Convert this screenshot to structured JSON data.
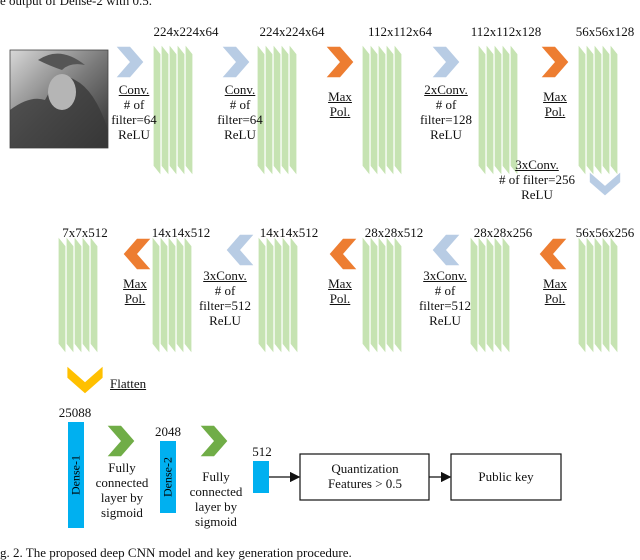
{
  "header_fragment": "e output of Dense-2 with 0.5.",
  "row1": {
    "dims": [
      "224x224x64",
      "224x224x64",
      "112x112x64",
      "112x112x128",
      "56x56x128"
    ],
    "ops": [
      {
        "line1": "Conv.",
        "line2": "# of",
        "line3": "filter=64",
        "line4": "ReLU"
      },
      {
        "line1": "Conv.",
        "line2": "# of",
        "line3": "filter=64",
        "line4": "ReLU"
      },
      {
        "line1": "Max",
        "line2": "Pol."
      },
      {
        "line1": "2xConv.",
        "line2": "# of",
        "line3": "filter=128",
        "line4": "ReLU"
      },
      {
        "line1": "Max",
        "line2": "Pol."
      }
    ]
  },
  "transition": {
    "line1": "3xConv.",
    "line2": "# of filter=256",
    "line3": "ReLU"
  },
  "row2": {
    "dims": [
      "7x7x512",
      "14x14x512",
      "14x14x512",
      "28x28x512",
      "28x28x256",
      "56x56x256"
    ],
    "ops": [
      {
        "line1": "Max",
        "line2": "Pol."
      },
      {
        "line1": "3xConv.",
        "line2": "# of",
        "line3": "filter=512",
        "line4": "ReLU"
      },
      {
        "line1": "Max",
        "line2": "Pol."
      },
      {
        "line1": "3xConv.",
        "line2": "# of",
        "line3": "filter=512",
        "line4": "ReLU"
      },
      {
        "line1": "Max",
        "line2": "Pol."
      }
    ]
  },
  "flatten": {
    "label": "Flatten"
  },
  "dense": {
    "d1_size": "25088",
    "d1_label": "Dense-1",
    "d2_size": "2048",
    "d2_label": "Dense-2",
    "out_size": "512",
    "fc": {
      "line1": "Fully",
      "line2": "connected",
      "line3": "layer by",
      "line4": "sigmoid"
    }
  },
  "quant": {
    "line1": "Quantization",
    "line2": "Features > 0.5"
  },
  "public_key": "Public key",
  "caption": "g. 2. The proposed deep CNN model and key generation procedure.",
  "colors": {
    "layer": "#c6e3b2",
    "conv_arrow": "#b8cce4",
    "pool_arrow": "#ed7d31",
    "fc_arrow": "#70ad47",
    "flatten_arrow": "#ffc000",
    "dense": "#00b0f0"
  },
  "icons": {
    "input_image": "photo-icon"
  }
}
